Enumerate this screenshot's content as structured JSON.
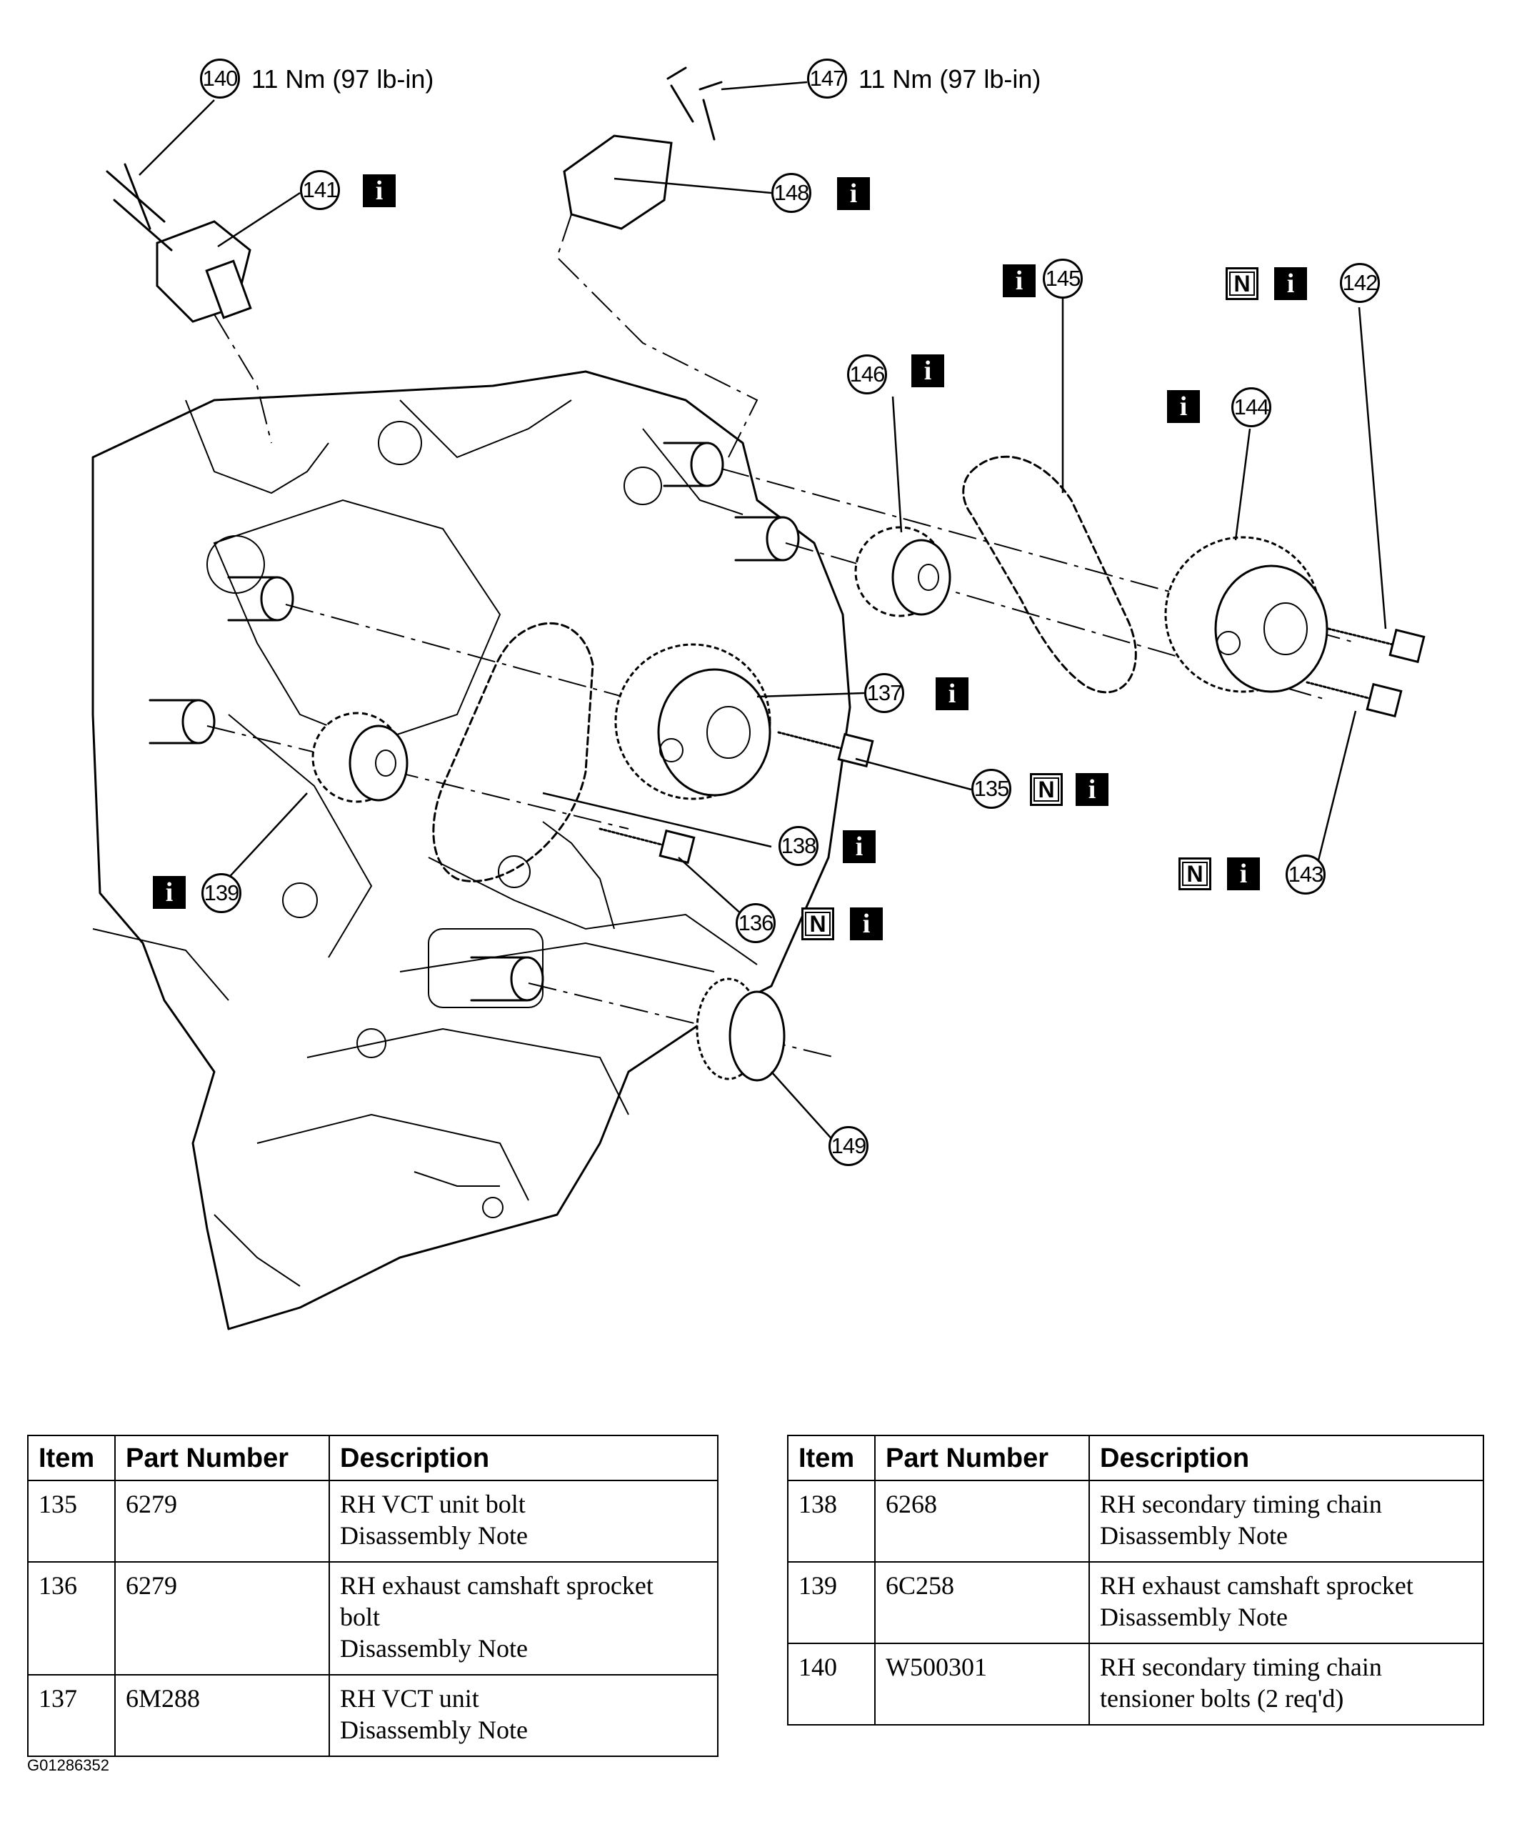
{
  "figure_id": "G01286352",
  "callouts": {
    "c135": "135",
    "c136": "136",
    "c137": "137",
    "c138": "138",
    "c139": "139",
    "c140": "140",
    "c141": "141",
    "c142": "142",
    "c143": "143",
    "c144": "144",
    "c145": "145",
    "c146": "146",
    "c147": "147",
    "c148": "148",
    "c149": "149"
  },
  "torque": {
    "t140": "11 Nm (97 lb-in)",
    "t147": "11 Nm (97 lb-in)"
  },
  "badges": {
    "info": "i",
    "note": "N"
  },
  "tables": {
    "headers": {
      "item": "Item",
      "part_number": "Part Number",
      "description": "Description"
    },
    "left": [
      {
        "item": "135",
        "part_number": "6279",
        "description": [
          "RH VCT unit bolt",
          "Disassembly Note"
        ]
      },
      {
        "item": "136",
        "part_number": "6279",
        "description": [
          "RH exhaust camshaft sprocket",
          "bolt",
          "Disassembly Note"
        ]
      },
      {
        "item": "137",
        "part_number": "6M288",
        "description": [
          "RH VCT unit",
          "Disassembly Note"
        ]
      }
    ],
    "right": [
      {
        "item": "138",
        "part_number": "6268",
        "description": [
          "RH secondary timing chain",
          "Disassembly Note"
        ]
      },
      {
        "item": "139",
        "part_number": "6C258",
        "description": [
          "RH exhaust camshaft sprocket",
          "Disassembly Note"
        ]
      },
      {
        "item": "140",
        "part_number": "W500301",
        "description": [
          "RH secondary timing chain",
          "tensioner bolts (2 req'd)"
        ]
      }
    ]
  }
}
